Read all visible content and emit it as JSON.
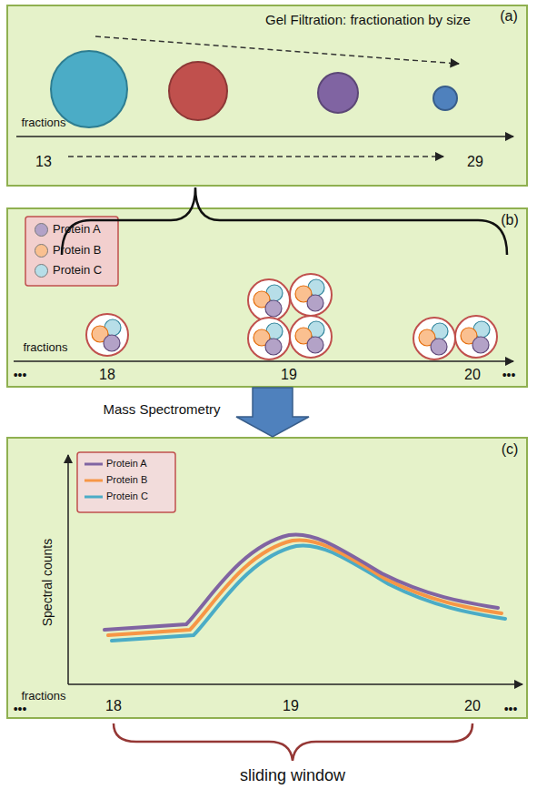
{
  "diagram": {
    "nodes": [
      {
        "text": [
          "Gel Filtration: fractionation by size",
          "(a)",
          "fractions",
          "13",
          "29"
        ]
      },
      {
        "text": [
          "(b)",
          "fractions",
          "18",
          "19",
          "20",
          "•••",
          "•••"
        ]
      },
      {
        "text": [
          "(c)",
          "Spectral counts",
          "fractions",
          "18",
          "19",
          "20",
          "•••",
          "•••"
        ]
      }
    ],
    "edges": [
      {
        "from": 1,
        "to": 2,
        "arrow": "to",
        "label": "Mass Spectrometry"
      }
    ],
    "labels": [
      "sliding window"
    ],
    "legend": [
      {
        "text": "Protein A",
        "color": "#b3a2c7"
      },
      {
        "text": "Protein B",
        "color": "#fac090"
      },
      {
        "text": "Protein C",
        "color": "#b7dee8"
      },
      {
        "text": "Protein A"
      },
      {
        "text": "Protein B"
      },
      {
        "text": "Protein C"
      }
    ]
  }
}
